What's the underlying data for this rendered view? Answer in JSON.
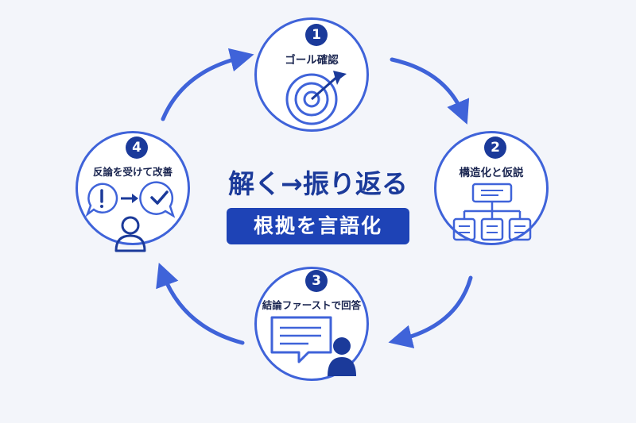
{
  "center": {
    "title": "解く→振り返る",
    "subtitle": "根拠を言語化"
  },
  "steps": [
    {
      "number": "1",
      "label": "ゴール確認",
      "icon": "target-icon"
    },
    {
      "number": "2",
      "label": "構造化と仮説",
      "icon": "hierarchy-icon"
    },
    {
      "number": "3",
      "label": "結論ファーストで回答",
      "icon": "speech-person-icon"
    },
    {
      "number": "4",
      "label": "反論を受けて改善",
      "icon": "feedback-icon"
    }
  ],
  "colors": {
    "accent": "#3f63d9",
    "dark": "#1b3a9a",
    "background": "#f3f5fa"
  }
}
